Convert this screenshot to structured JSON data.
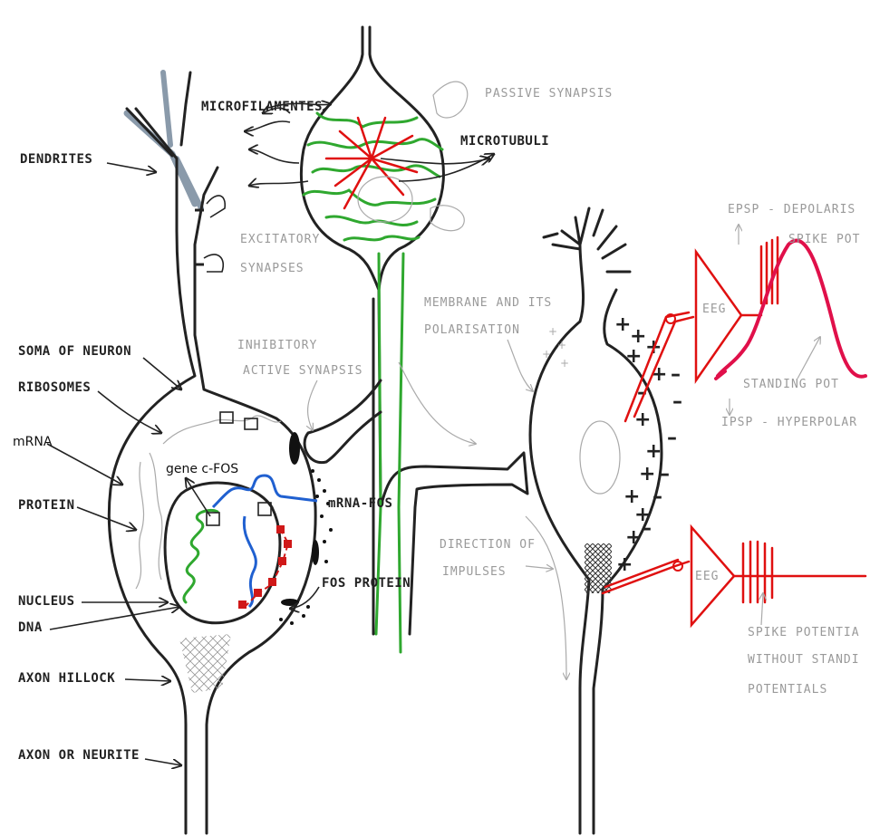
{
  "labels": {
    "dendrites": "DENDRITES",
    "microfilamentes": "MICROFILAMENTES",
    "microtubuli": "MICROTUBULI",
    "passive_synapsis": "PASSIVE SYNAPSIS",
    "excitatory_1": "EXCITATORY",
    "excitatory_2": "SYNAPSES",
    "soma": "SOMA OF NEURON",
    "ribosomes": "RIBOSOMES",
    "mrna": "mRNA",
    "protein": "PROTEIN",
    "gene_cfos": "gene c-FOS",
    "mrna_fos": "mRNA-FOS",
    "fos_protein": "FOS PROTEIN",
    "nucleus": "NUCLEUS",
    "dna": "DNA",
    "axon_hillock": "AXON HILLOCK",
    "axon_neurite": "AXON OR NEURITE",
    "inhibitory_1": "INHIBITORY",
    "inhibitory_2": "ACTIVE SYNAPSIS",
    "membrane_1": "MEMBRANE AND ITS",
    "membrane_2": "POLARISATION",
    "direction_1": "DIRECTION OF",
    "direction_2": "IMPULSES",
    "epsp": "EPSP - DEPOLARIS",
    "spike_pot": "SPIKE POT",
    "standing_pot": "STANDING POT",
    "ipsp": "IPSP - HYPERPOLAR",
    "eeg_1": "EEG",
    "eeg_2": "EEG",
    "spike_wo_1": "SPIKE POTENTIA",
    "spike_wo_2": "WITHOUT STANDI",
    "spike_wo_3": "POTENTIALS"
  },
  "colors": {
    "ink": "#222222",
    "green": "#2fa82f",
    "red": "#e01010",
    "pink": "#e0104a",
    "blue": "#2060d0",
    "grey": "#9a9a9a"
  }
}
